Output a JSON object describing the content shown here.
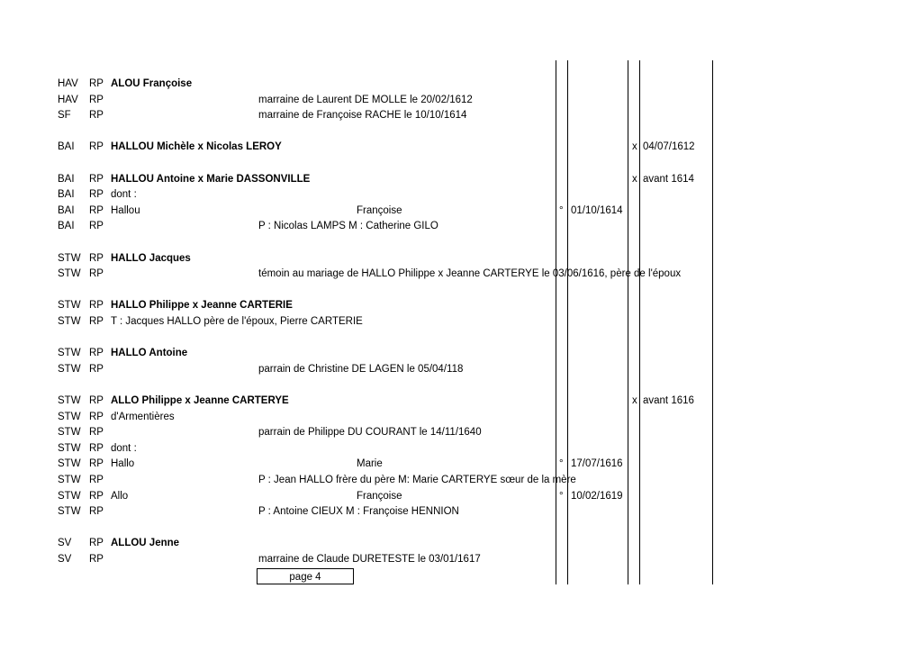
{
  "rows": [
    {
      "c1": "HAV",
      "c2": "RP",
      "name": "ALOU Françoise"
    },
    {
      "c1": "HAV",
      "c2": "RP",
      "desc": "marraine de Laurent DE MOLLE le 20/02/1612"
    },
    {
      "c1": "SF",
      "c2": "RP",
      "desc": "marraine de Françoise RACHE le 10/10/1614"
    },
    {},
    {
      "c1": "BAI",
      "c2": "RP",
      "name": "HALLOU Michèle x Nicolas LEROY",
      "mark2": "x",
      "date2": "04/07/1612"
    },
    {},
    {
      "c1": "BAI",
      "c2": "RP",
      "name": "HALLOU Antoine x Marie DASSONVILLE",
      "mark2": "x",
      "date2": "avant 1614"
    },
    {
      "c1": "BAI",
      "c2": "RP",
      "plain": "dont :"
    },
    {
      "c1": "BAI",
      "c2": "RP",
      "plain": "Hallou",
      "given": "Françoise",
      "mark1": "°",
      "date1": "01/10/1614"
    },
    {
      "c1": "BAI",
      "c2": "RP",
      "desc": "P : Nicolas LAMPS M : Catherine GILO"
    },
    {},
    {
      "c1": "STW",
      "c2": "RP",
      "name": "HALLO Jacques"
    },
    {
      "c1": "STW",
      "c2": "RP",
      "desc": "témoin au mariage de HALLO Philippe x Jeanne CARTERYE le 03/06/1616, père de l'époux"
    },
    {},
    {
      "c1": "STW",
      "c2": "RP",
      "name": "HALLO Philippe x Jeanne CARTERIE"
    },
    {
      "c1": "STW",
      "c2": "RP",
      "plain": "T : Jacques HALLO père de l'époux, Pierre CARTERIE"
    },
    {},
    {
      "c1": "STW",
      "c2": "RP",
      "name": "HALLO Antoine"
    },
    {
      "c1": "STW",
      "c2": "RP",
      "desc": "parrain de Christine DE LAGEN le 05/04/118"
    },
    {},
    {
      "c1": "STW",
      "c2": "RP",
      "name": "ALLO Philippe x Jeanne CARTERYE",
      "mark2": "x",
      "date2": "avant 1616"
    },
    {
      "c1": "STW",
      "c2": "RP",
      "plain": "d'Armentières"
    },
    {
      "c1": "STW",
      "c2": "RP",
      "desc": "parrain de Philippe DU COURANT le 14/11/1640"
    },
    {
      "c1": "STW",
      "c2": "RP",
      "plain": "dont :"
    },
    {
      "c1": "STW",
      "c2": "RP",
      "plain": "Hallo",
      "given": "Marie",
      "mark1": "°",
      "date1": "17/07/1616"
    },
    {
      "c1": "STW",
      "c2": "RP",
      "desc": "P : Jean HALLO frère du père M: Marie CARTERYE sœur de la mère"
    },
    {
      "c1": "STW",
      "c2": "RP",
      "plain": "Allo",
      "given": "Françoise",
      "mark1": "°",
      "date1": "10/02/1619"
    },
    {
      "c1": "STW",
      "c2": "RP",
      "desc": "P : Antoine CIEUX M : Françoise HENNION"
    },
    {},
    {
      "c1": "SV",
      "c2": "RP",
      "name": "ALLOU Jenne"
    },
    {
      "c1": "SV",
      "c2": "RP",
      "desc": "marraine de Claude DURETESTE le 03/01/1617"
    }
  ],
  "footer": "page 4"
}
